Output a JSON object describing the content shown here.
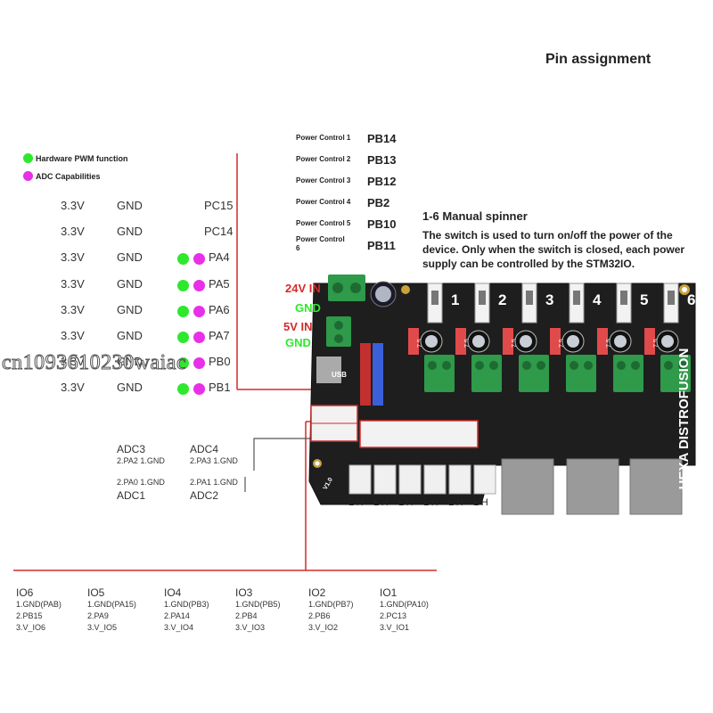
{
  "title": "Pin assignment",
  "legend": [
    {
      "label": "Hardware PWM function",
      "color": "#2ee82e"
    },
    {
      "label": "ADC Capabilities",
      "color": "#e830e8"
    }
  ],
  "pin_rows": [
    {
      "v": "3.3V",
      "gnd": "GND",
      "pin": "PC15",
      "pwm": false,
      "adc": false
    },
    {
      "v": "3.3V",
      "gnd": "GND",
      "pin": "PC14",
      "pwm": false,
      "adc": false
    },
    {
      "v": "3.3V",
      "gnd": "GND",
      "pin": "PA4",
      "pwm": true,
      "adc": true
    },
    {
      "v": "3.3V",
      "gnd": "GND",
      "pin": "PA5",
      "pwm": true,
      "adc": true
    },
    {
      "v": "3.3V",
      "gnd": "GND",
      "pin": "PA6",
      "pwm": true,
      "adc": true
    },
    {
      "v": "3.3V",
      "gnd": "GND",
      "pin": "PA7",
      "pwm": true,
      "adc": true
    },
    {
      "v": "3.3V",
      "gnd": "GND",
      "pin": "PB0",
      "pwm": true,
      "adc": true
    },
    {
      "v": "3.3V",
      "gnd": "GND",
      "pin": "PB1",
      "pwm": true,
      "adc": true
    }
  ],
  "power_controls": [
    {
      "label": "Power Control 1",
      "pin": "PB14"
    },
    {
      "label": "Power Control 2",
      "pin": "PB13"
    },
    {
      "label": "Power Control 3",
      "pin": "PB12"
    },
    {
      "label": "Power Control 4",
      "pin": "PB2"
    },
    {
      "label": "Power Control 5",
      "pin": "PB10"
    },
    {
      "label": "Power Control 6",
      "pin": "PB11"
    }
  ],
  "spinner": {
    "title": "1-6 Manual spinner",
    "description": "The switch is used to turn on/off the power of the device. Only when the switch is closed, each power supply can be controlled by the STM32IO."
  },
  "adc": {
    "adc3": {
      "name": "ADC3",
      "sub": "2.PA2 1.GND"
    },
    "adc4": {
      "name": "ADC4",
      "sub": "2.PA3 1.GND"
    },
    "adc1": {
      "name": "ADC1",
      "sub": "2.PA0 1.GND"
    },
    "adc2": {
      "name": "ADC2",
      "sub": "2.PA1 1.GND"
    }
  },
  "io_ports": [
    {
      "name": "IO6",
      "line1": "1.GND(PAB)",
      "line2": "2.PB15",
      "line3": "3.V_IO6"
    },
    {
      "name": "IO5",
      "line1": "1.GND(PA15)",
      "line2": "2.PA9",
      "line3": "3.V_IO5"
    },
    {
      "name": "IO4",
      "line1": "1.GND(PB3)",
      "line2": "2.PA14",
      "line3": "3.V_IO4"
    },
    {
      "name": "IO3",
      "line1": "1.GND(PB5)",
      "line2": "2.PB4",
      "line3": "3.V_IO3"
    },
    {
      "name": "IO2",
      "line1": "1.GND(PB7)",
      "line2": "2.PB6",
      "line3": "3.V_IO2"
    },
    {
      "name": "IO1",
      "line1": "1.GND(PA10)",
      "line2": "2.PC13",
      "line3": "3.V_IO1"
    }
  ],
  "lh_labels": [
    "L H",
    "L H",
    "L H",
    "L H",
    "L H",
    "L H"
  ],
  "board": {
    "brand": "HEXA DISTROFUSION",
    "in24": "24V IN",
    "gnd1": "GND",
    "in5": "5V IN",
    "gnd2": "GND",
    "usb": "USB",
    "version": "V1.0",
    "channel_numbers": [
      "1",
      "2",
      "3",
      "4",
      "5",
      "6"
    ],
    "fuse": "7.5"
  },
  "watermark": "cn1093610230waiac",
  "colors": {
    "accent_red": "#d42a2a",
    "board": "#1e1e1e",
    "terminal_green": "#2e9a4a"
  }
}
